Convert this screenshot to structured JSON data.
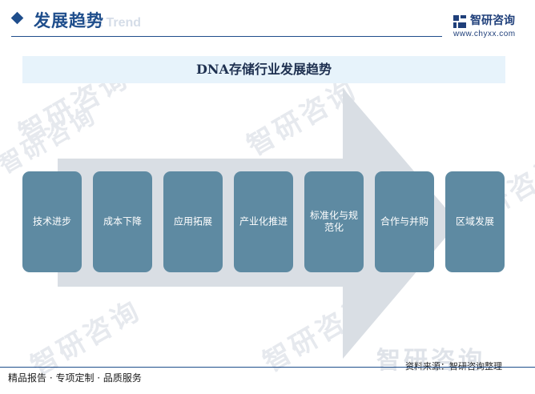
{
  "header": {
    "title": "发展趋势",
    "ghost_text": "ent Trend",
    "brand_name": "智研咨询",
    "brand_url": "www.chyxx.com"
  },
  "banner": {
    "title": "DNA存储行业发展趋势"
  },
  "steps": [
    {
      "label": "技术进步"
    },
    {
      "label": "成本下降"
    },
    {
      "label": "应用拓展"
    },
    {
      "label": "产业化推进"
    },
    {
      "label": "标准化与规范化"
    },
    {
      "label": "合作与并购"
    },
    {
      "label": "区域发展"
    }
  ],
  "watermark": {
    "text": "智研咨询"
  },
  "footer": {
    "source": "资料来源：智研咨询整理",
    "tagline": "精品报告 · 专项定制 · 品质服务"
  },
  "colors": {
    "primary": "#1f4e8c",
    "step_fill": "#5e8aa2",
    "arrow_fill": "#d9dee4",
    "banner_bg": "#e7f3fb"
  }
}
